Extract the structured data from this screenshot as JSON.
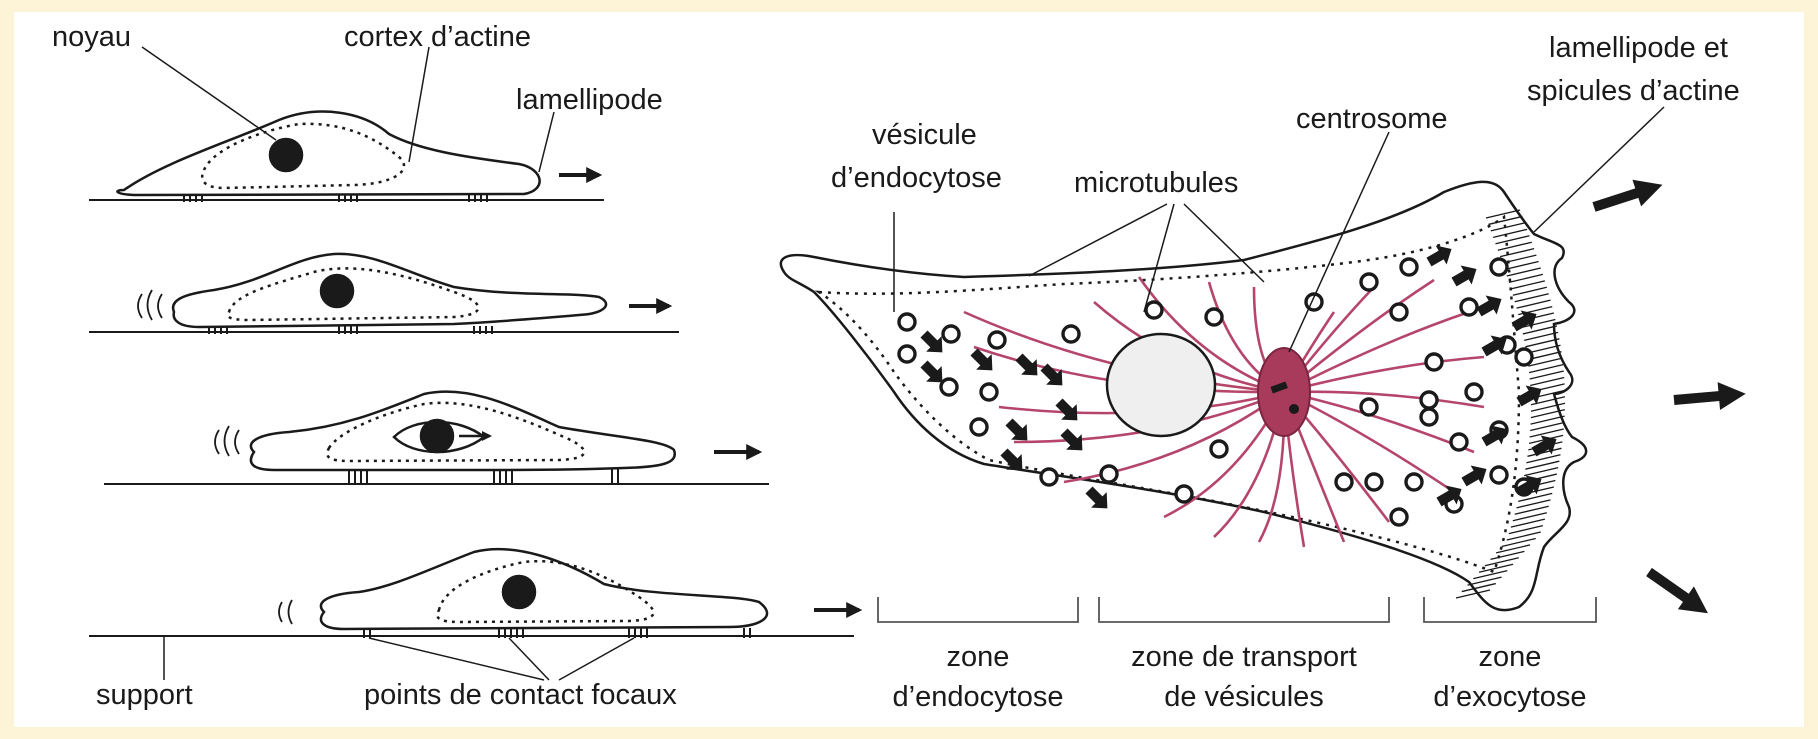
{
  "labels": {
    "noyau": "noyau",
    "cortex": "cortex d’actine",
    "lamellipode_left": "lamellipode",
    "support": "support",
    "points_contact": "points de contact focaux",
    "vesicule_1": "vésicule",
    "vesicule_2": "d’endocytose",
    "microtubules": "microtubules",
    "centrosome": "centrosome",
    "lamellipode_right_1": "lamellipode et",
    "lamellipode_right_2": "spicules d’actine",
    "zone_endo_1": "zone",
    "zone_endo_2": "d’endocytose",
    "zone_transport_1": "zone de transport",
    "zone_transport_2": "de vésicules",
    "zone_exo_1": "zone",
    "zone_exo_2": "d’exocytose"
  },
  "colors": {
    "background_border": "#fdf4d8",
    "ink": "#1a1a1a",
    "microtubule": "#b5466a",
    "centrosome": "#a83a5c",
    "nucleus_fill": "#efefef"
  }
}
